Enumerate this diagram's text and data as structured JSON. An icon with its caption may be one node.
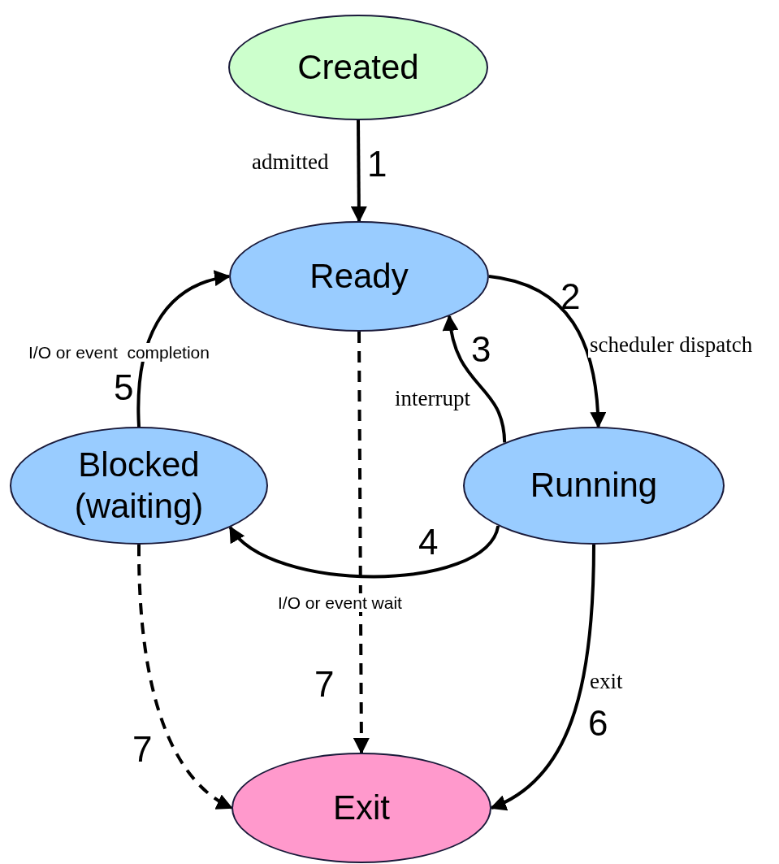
{
  "diagram": {
    "nodes": [
      {
        "text": [
          "Created"
        ]
      },
      {
        "text": [
          "Ready"
        ]
      },
      {
        "text": [
          "Blocked (waiting)"
        ]
      },
      {
        "text": [
          "Running"
        ]
      },
      {
        "text": [
          "Exit"
        ]
      }
    ],
    "edges": [
      {
        "from": 0,
        "to": 1,
        "arrow": "to",
        "label": "admitted"
      },
      {
        "from": 1,
        "to": 3,
        "arrow": "to",
        "label": "scheduler dispatch"
      },
      {
        "from": 3,
        "to": 1,
        "arrow": "to",
        "label": "interrupt"
      },
      {
        "from": 3,
        "to": 2,
        "arrow": "to",
        "label": "I/O or event wait"
      },
      {
        "from": 2,
        "to": 1,
        "arrow": "to",
        "label": "I/O or event  completion"
      },
      {
        "from": 3,
        "to": 4,
        "arrow": "to",
        "label": "exit"
      },
      {
        "from": 1,
        "to": 4,
        "arrow": "to",
        "style": "dashed"
      },
      {
        "from": 2,
        "to": 4,
        "arrow": "to",
        "style": "dashed"
      }
    ],
    "labels": [
      "1",
      "2",
      "3",
      "5",
      "4",
      "7",
      "6",
      "7"
    ]
  }
}
